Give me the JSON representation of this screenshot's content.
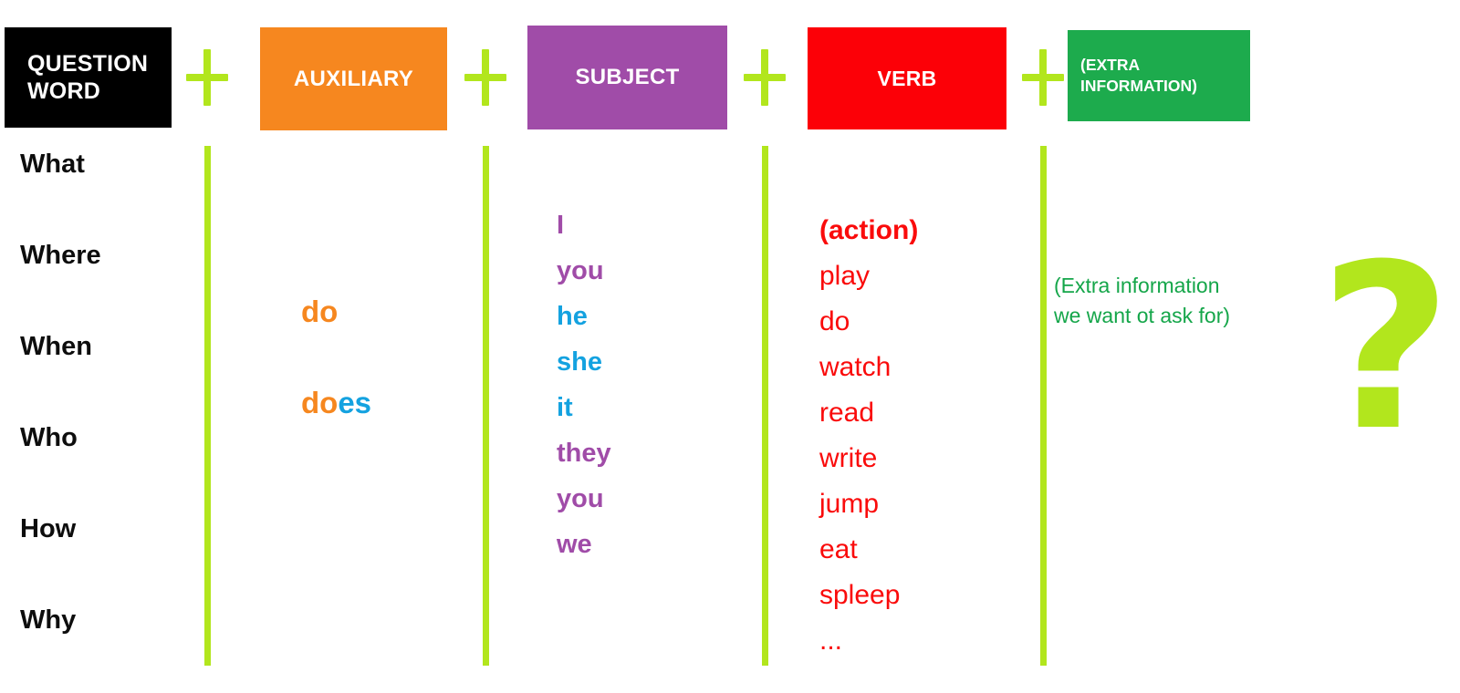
{
  "headers": [
    {
      "id": "question-word",
      "label": "QUESTION WORD",
      "color": "#000000"
    },
    {
      "id": "auxiliary",
      "label": "AUXILIARY",
      "color": "#f6871f"
    },
    {
      "id": "subject",
      "label": "SUBJECT",
      "color": "#a04ca8"
    },
    {
      "id": "verb",
      "label": "VERB",
      "color": "#fc0007"
    },
    {
      "id": "extra-info",
      "label": "(EXTRA INFORMATION)",
      "color": "#1dab4d"
    }
  ],
  "operators": [
    "+",
    "+",
    "+",
    "+"
  ],
  "columns": {
    "question_words": {
      "items": [
        "What",
        "Where",
        "When",
        "Who",
        "How",
        "Why"
      ],
      "color": "#0d0d0d"
    },
    "auxiliaries": {
      "items": [
        {
          "head": "do",
          "tail": ""
        },
        {
          "head": "do",
          "tail": "es"
        }
      ],
      "head_color": "#f6871f",
      "tail_color": "#14a2e0"
    },
    "subjects": {
      "items": [
        {
          "text": "I",
          "color": "purple"
        },
        {
          "text": "you",
          "color": "purple"
        },
        {
          "text": "he",
          "color": "blue"
        },
        {
          "text": "she",
          "color": "blue"
        },
        {
          "text": "it",
          "color": "blue"
        },
        {
          "text": "they",
          "color": "purple"
        },
        {
          "text": "you",
          "color": "purple"
        },
        {
          "text": "we",
          "color": "purple"
        }
      ],
      "purple": "#a04ca8",
      "blue": "#14a2e0"
    },
    "verbs": {
      "items": [
        {
          "text": "(action)",
          "bold": true
        },
        {
          "text": "play",
          "bold": false
        },
        {
          "text": "do",
          "bold": false
        },
        {
          "text": "watch",
          "bold": false
        },
        {
          "text": "read",
          "bold": false
        },
        {
          "text": "write",
          "bold": false
        },
        {
          "text": "jump",
          "bold": false
        },
        {
          "text": "eat",
          "bold": false
        },
        {
          "text": "spleep",
          "bold": false
        },
        {
          "text": "...",
          "bold": false
        }
      ],
      "color": "#fa0b0b"
    },
    "extra_information": {
      "line1": "(Extra information",
      "line2": "we want ot ask for)",
      "color": "#15a64a"
    }
  },
  "question_mark": {
    "glyph": "?",
    "color": "#b2e61d"
  },
  "accent_color": "#b2e61d"
}
